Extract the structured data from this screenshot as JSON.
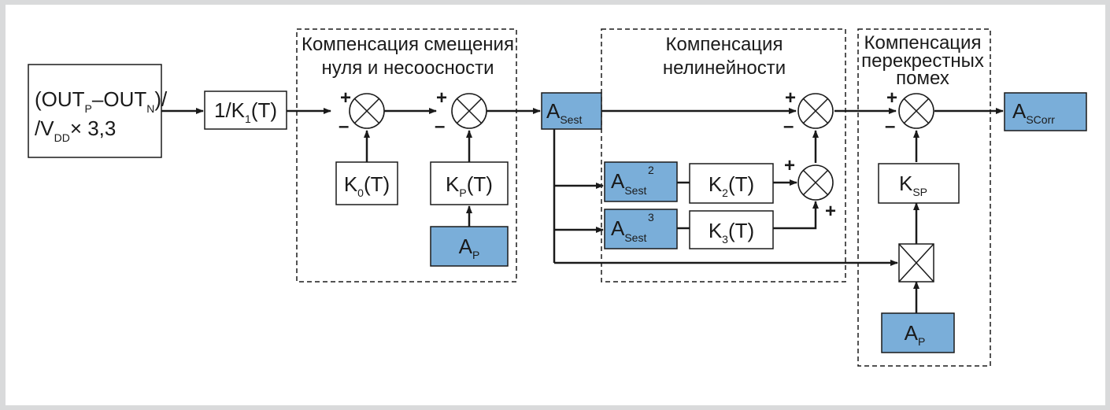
{
  "groups": {
    "offset": {
      "line1": "Компенсация смещения",
      "line2": "нуля и несоосности"
    },
    "nonlinearity": {
      "line1": "Компенсация",
      "line2": "нелинейности"
    },
    "crosstalk": {
      "line1": "Компенсация",
      "line2": "перекрестных",
      "line3": "помех"
    }
  },
  "input": {
    "p1": "(OUT",
    "s1": "P",
    "p2": "–OUT",
    "s2": "N",
    "p3": ")/",
    "p4": "/V",
    "s4": "DD",
    "p5": "× 3,3"
  },
  "blocks": {
    "k1": {
      "p1": "1/K",
      "s1": "1",
      "p2": "(T)"
    },
    "k0": {
      "p1": "K",
      "s1": "0",
      "p2": "(T)"
    },
    "kp": {
      "p1": "K",
      "s1": "P",
      "p2": "(T)"
    },
    "ap1": {
      "p1": "A",
      "s1": "P"
    },
    "asest": {
      "p1": "A",
      "s1": "Sest"
    },
    "asest2": {
      "p1": "A",
      "s1": "Sest",
      "sup": "2"
    },
    "asest3": {
      "p1": "A",
      "s1": "Sest",
      "sup": "3"
    },
    "k2": {
      "p1": "K",
      "s1": "2",
      "p2": "(T)"
    },
    "k3": {
      "p1": "K",
      "s1": "3",
      "p2": "(T)"
    },
    "ksp": {
      "p1": "K",
      "s1": "SP"
    },
    "ap2": {
      "p1": "A",
      "s1": "P"
    },
    "ascorr": {
      "p1": "A",
      "s1": "SCorr"
    }
  },
  "signs": {
    "plus": "+",
    "minus": "–"
  },
  "colors": {
    "blue_block": "#7aaed9",
    "frame": "#d9dadb",
    "line": "#1a1a1a"
  }
}
